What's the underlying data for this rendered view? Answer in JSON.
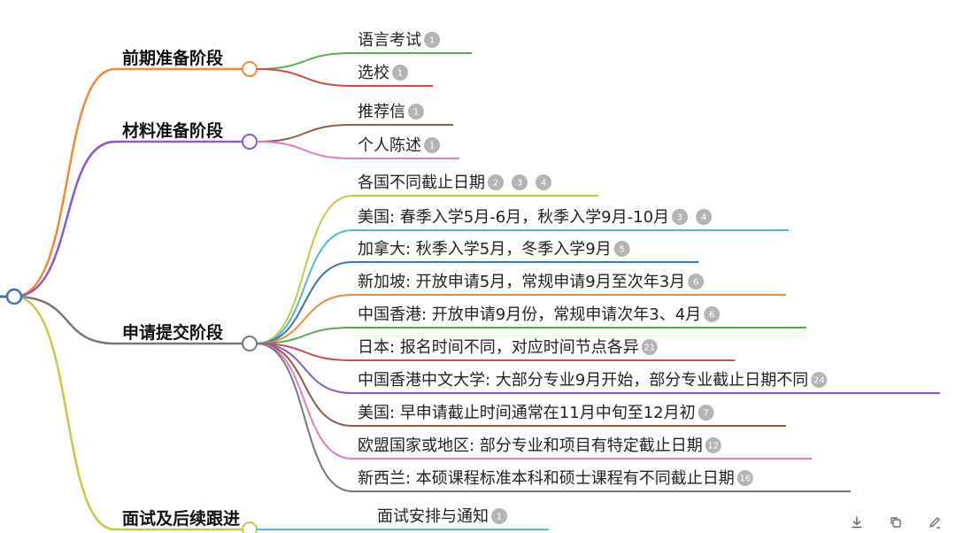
{
  "mindmap": {
    "branches": [
      {
        "label": "前期准备阶段",
        "color": "#ee8a3c",
        "children": [
          {
            "label": "语言考试",
            "color": "#58a94a",
            "badges": [
              "1"
            ]
          },
          {
            "label": "选校",
            "color": "#cc4b4b",
            "badges": [
              "1"
            ]
          }
        ]
      },
      {
        "label": "材料准备阶段",
        "color": "#8b5ac9",
        "children": [
          {
            "label": "推荐信",
            "color": "#8d5c4c",
            "badges": [
              "1"
            ]
          },
          {
            "label": "个人陈述",
            "color": "#e07cbf",
            "badges": [
              "1"
            ]
          }
        ]
      },
      {
        "label": "申请提交阶段",
        "color": "#777777",
        "children": [
          {
            "label": "各国不同截止日期",
            "color": "#c6c84a",
            "badges": [
              "2",
              "3",
              "4"
            ]
          },
          {
            "label": "美国: 春季入学5月-6月，秋季入学9月-10月",
            "color": "#5ab8cf",
            "badges": [
              "3",
              "4"
            ]
          },
          {
            "label": "加拿大: 秋季入学5月，冬季入学9月",
            "color": "#3c74b8",
            "badges": [
              "5"
            ]
          },
          {
            "label": "新加坡: 开放申请5月，常规申请9月至次年3月",
            "color": "#ee8a3c",
            "badges": [
              "6"
            ]
          },
          {
            "label": "中国香港: 开放申请9月份，常规申请次年3、4月",
            "color": "#58a94a",
            "badges": [
              "6"
            ]
          },
          {
            "label": "日本: 报名时间不同，对应时间节点各异",
            "color": "#cc4b4b",
            "badges": [
              "21"
            ]
          },
          {
            "label": "中国香港中文大学: 大部分专业9月开始，部分专业截止日期不同",
            "color": "#8b5ac9",
            "badges": [
              "24"
            ]
          },
          {
            "label": "美国: 早申请截止时间通常在11月中旬至12月初",
            "color": "#8d5c4c",
            "badges": [
              "7"
            ]
          },
          {
            "label": "欧盟国家或地区: 部分专业和项目有特定截止日期",
            "color": "#e07cbf",
            "badges": [
              "12"
            ]
          },
          {
            "label": "新西兰: 本硕课程标准本科和硕士课程有不同截止日期",
            "color": "#777777",
            "badges": [
              "16"
            ]
          }
        ]
      },
      {
        "label": "面试及后续跟进",
        "color": "#c6c84a",
        "children": [
          {
            "label": "面试安排与通知",
            "color": "#5ab8cf",
            "badges": [
              "1"
            ]
          }
        ]
      }
    ],
    "root_color": "#3c74b8",
    "badge_color": "#b4b4b4"
  },
  "toolbar": {
    "icons": [
      "download-icon",
      "copy-icon",
      "edit-icon"
    ]
  }
}
